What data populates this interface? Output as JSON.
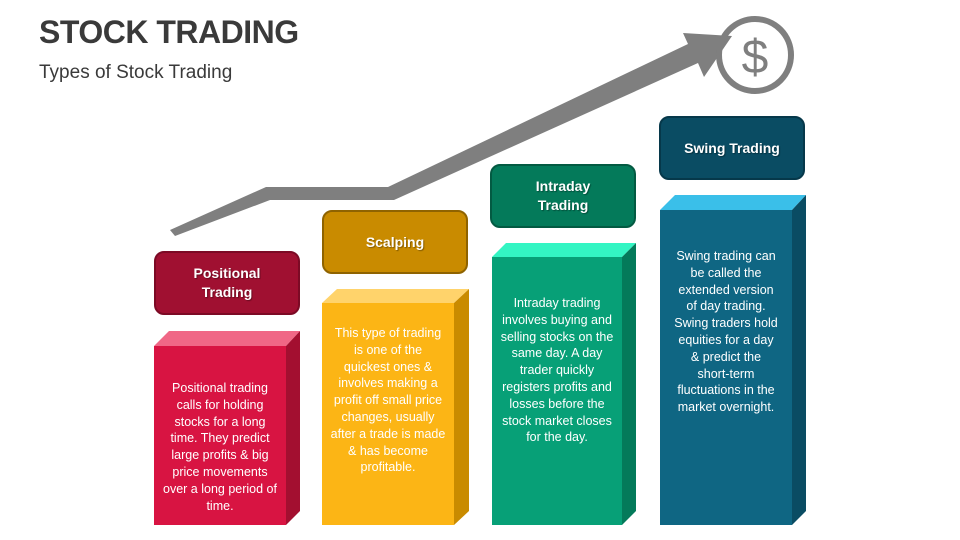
{
  "title": "STOCK TRADING",
  "subtitle": "Types of Stock Trading",
  "icons": {
    "arrow": "trend-up-arrow-icon",
    "dollar": "dollar-circle-icon"
  },
  "steps": [
    {
      "header": "Positional Trading",
      "description": "Positional trading calls for holding stocks for a long time. They predict large profits & big price movements over a long period of time.",
      "colors": {
        "header": "#a01031",
        "front": "#d81442",
        "top": "#f06786",
        "side": "#a30f30"
      }
    },
    {
      "header": "Scalping",
      "description": "This type of trading is one of the quickest ones & involves making a profit off small price changes, usually after a trade is made & has become profitable.",
      "colors": {
        "header": "#c98b00",
        "front": "#fcb515",
        "top": "#ffd36b",
        "side": "#c98b00"
      }
    },
    {
      "header": "Intraday Trading",
      "description": "Intraday trading involves buying and selling stocks on the same day. A day trader quickly registers profits and losses before the stock market closes for the day.",
      "colors": {
        "header": "#047a5a",
        "front": "#07a077",
        "top": "#33f5c3",
        "side": "#047a5a"
      }
    },
    {
      "header": "Swing Trading",
      "description": "Swing trading can be called the extended version of day trading. Swing traders hold equities for a day & predict the short-term fluctuations in the market overnight.",
      "colors": {
        "header": "#0a4c63",
        "front": "#0f6683",
        "top": "#3abfe9",
        "side": "#0a4c63"
      }
    }
  ]
}
